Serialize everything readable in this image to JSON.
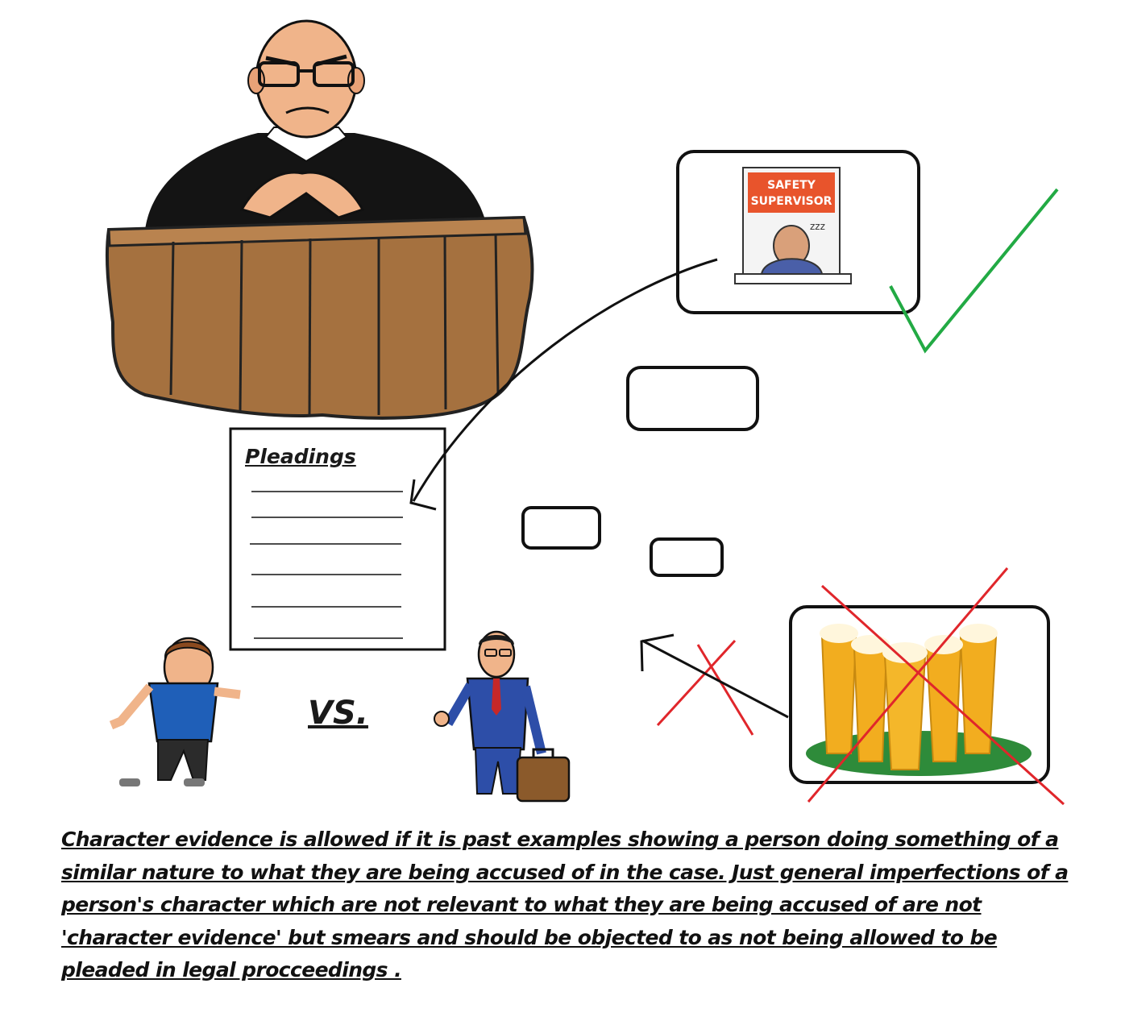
{
  "pleadings_label": "Pleadings",
  "vs_label": "VS.",
  "sign": {
    "line1": "SAFETY",
    "line2": "SUPERVISOR"
  },
  "caption": "Character evidence is allowed if it is past examples showing a person doing something of a similar nature to what they are being accused of in the case. Just general imperfections of a person's character which are not relevant to what they are being accused of are not 'character evidence' but smears and should be objected to as not being allowed to be pleaded in legal procceedings .",
  "colors": {
    "check": "#22aa44",
    "cross": "#e0262b",
    "ink": "#111111",
    "robe": "#141414",
    "bench": "#a5713f",
    "skin": "#f0b48a",
    "beer": "#f2ad1f"
  },
  "icons": [
    "judge-illustration",
    "safety-supervisor-icon",
    "check-icon",
    "cross-icon",
    "beer-glasses-icon",
    "angry-man-illustration",
    "businessman-illustration",
    "arrow-icon"
  ]
}
